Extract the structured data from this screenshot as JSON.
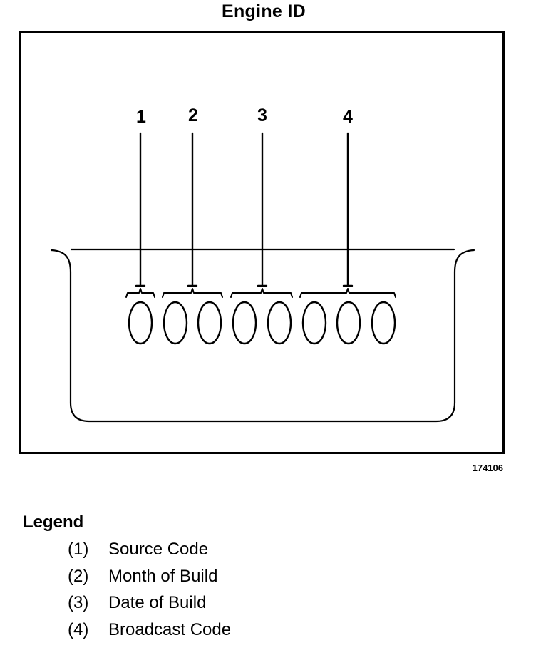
{
  "title": "Engine ID",
  "figure_id": "174106",
  "callouts": [
    "1",
    "2",
    "3",
    "4"
  ],
  "character_groups": [
    1,
    2,
    2,
    3
  ],
  "legend": {
    "title": "Legend",
    "items": [
      {
        "num": "(1)",
        "label": "Source Code"
      },
      {
        "num": "(2)",
        "label": "Month of Build"
      },
      {
        "num": "(3)",
        "label": "Date of Build"
      },
      {
        "num": "(4)",
        "label": "Broadcast Code"
      }
    ]
  }
}
